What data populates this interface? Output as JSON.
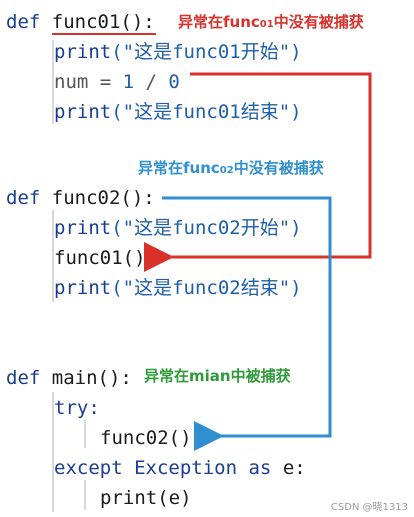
{
  "code": {
    "l1_kw": "def",
    "l1_name": "func01",
    "l1_rest": "():",
    "l2_fn": "print",
    "l2_str": "(\"这是func01开始\")",
    "l3_text": "num = ",
    "l3_num1": "1",
    "l3_op": " / ",
    "l3_num2": "0",
    "l4_fn": "print",
    "l4_str": "(\"这是func01结束\")",
    "l5_kw": "def",
    "l5_rest": " func02():",
    "l6_fn": "print",
    "l6_str": "(\"这是func02开始\")",
    "l7_call": "func01()",
    "l8_fn": "print",
    "l8_str": "(\"这是func02结束\")",
    "l9_kw": "def",
    "l9_rest": " main():",
    "l10_kw": "try:",
    "l11_call": "func02()",
    "l12_kw1": "except",
    "l12_exc": " Exception ",
    "l12_kw2": "as",
    "l12_rest": " e:",
    "l13_call": "print(e)"
  },
  "annotations": {
    "a1_pre": "异常在func",
    "a1_sub": "01",
    "a1_post": "中没有被捕获",
    "a2_pre": "异常在func",
    "a2_sub": "02",
    "a2_post": "中没有被捕获",
    "a3": "异常在mian中被捕获"
  },
  "colors": {
    "red_arrow": "#d9322b",
    "blue_arrow": "#2f8fd0",
    "green_text": "#2f9a3a"
  },
  "watermark": "CSDN @晓1313"
}
